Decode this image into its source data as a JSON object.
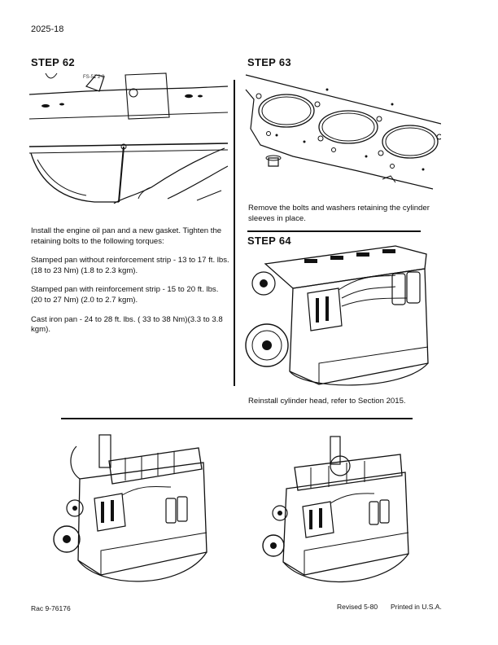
{
  "page_number": "2025-18",
  "step62": {
    "title": "STEP 62",
    "intro": "Install the engine oil pan and a new gasket. Tighten the retaining bolts to the following torques:",
    "paragraphs": [
      "Stamped pan without reinforcement strip - 13 to 17 ft. lbs. (18 to 23 Nm) (1.8 to 2.3 kgm).",
      "Stamped pan with reinforcement strip - 15 to 20 ft. lbs. (20 to 27 Nm) (2.0 to 2.7 kgm).",
      "Cast iron pan - 24 to 28 ft. lbs. ( 33 to 38 Nm)(3.3 to 3.8 kgm)."
    ],
    "figure_text": "FS-51 2 3"
  },
  "step63": {
    "title": "STEP 63",
    "caption": "Remove the bolts and washers retaining the cylinder sleeves in place."
  },
  "step64": {
    "title": "STEP 64",
    "caption": "Reinstall cylinder head, refer to Section 2015."
  },
  "footer": {
    "left": "Rac 9-76176",
    "revised": "Revised 5-80",
    "printed": "Printed in U.S.A."
  }
}
